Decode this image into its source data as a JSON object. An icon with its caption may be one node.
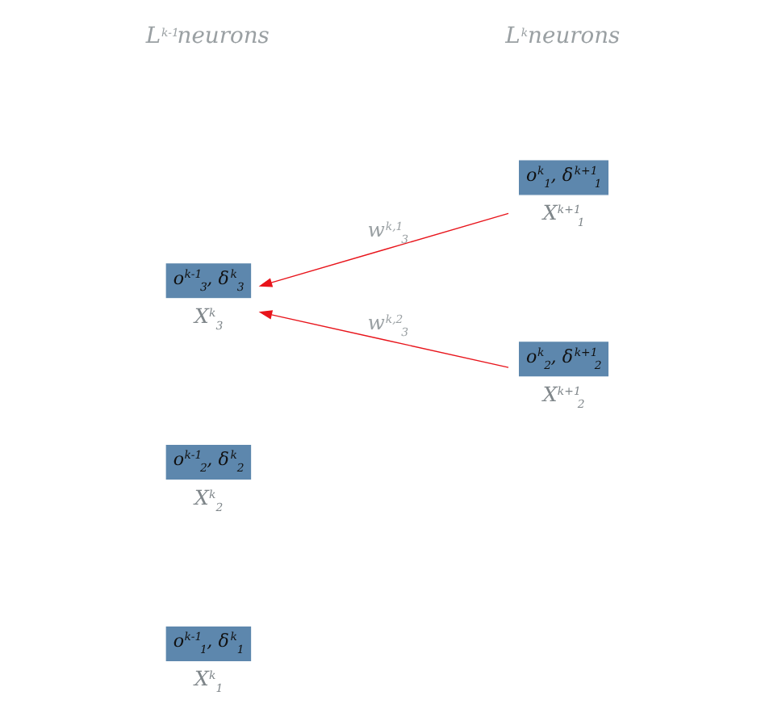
{
  "diagram": {
    "nodes": [
      {
        "text": [
          "o$^{k-1}$$_{1}$, δ$^{k}$$_{1}$"
        ],
        "beside": [
          "X$^{k}$$_{1}$"
        ]
      },
      {
        "text": [
          "o$^{k-1}$$_{2}$, δ$^{k}$$_{2}$"
        ],
        "beside": [
          "X$^{k}$$_{2}$"
        ]
      },
      {
        "text": [
          "o$^{k-1}$$_{3}$, δ$^{k}$$_{3}$"
        ],
        "beside": [
          "X$^{k}$$_{3}$"
        ]
      },
      {
        "text": [
          "o$^{k}$$_{1}$, δ$^{k+1}$$_{1}$"
        ],
        "beside": [
          "X$^{k+1}$$_{1}$"
        ]
      },
      {
        "text": [
          "o$^{k}$$_{2}$, δ$^{k+1}$$_{2}$"
        ],
        "beside": [
          "X$^{k+1}$$_{2}$"
        ]
      }
    ],
    "edges": [
      {
        "from": 3,
        "to": 2,
        "arrow": "to",
        "label": "w$^{k,1}$$_{3}$",
        "color": "#e8141b"
      },
      {
        "from": 4,
        "to": 2,
        "arrow": "to",
        "label": "w$^{k,2}$$_{3}$",
        "color": "#e8141b"
      }
    ],
    "labels": [
      "L$^{k-1}$neurons",
      "L$^{k}$neurons"
    ]
  }
}
